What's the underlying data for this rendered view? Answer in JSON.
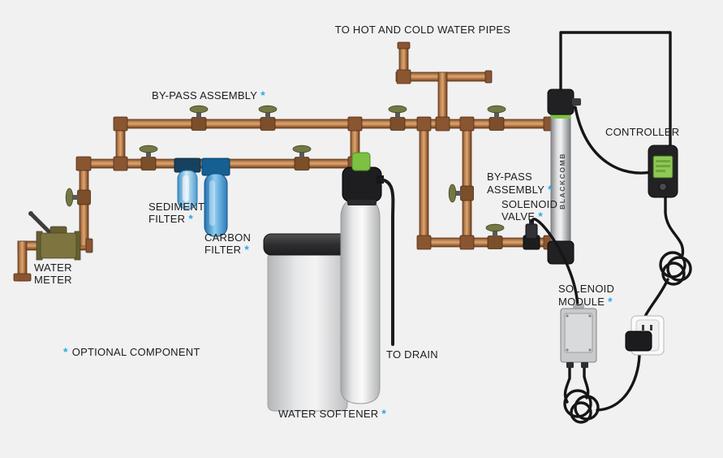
{
  "colors": {
    "background": "#f1f1f2",
    "accent_asterisk": "#29abe2",
    "pipe_copper": "#b5784a",
    "valve_handle_green": "#747845",
    "filter_blue": "#58a8d8",
    "indicator_green": "#7cc142",
    "text": "#1b1c1e"
  },
  "labels": {
    "asterisk": "*",
    "to_hot_and_cold_water_pipes": "TO HOT AND COLD WATER PIPES",
    "bypass_assembly_left": "BY-PASS ASSEMBLY",
    "sediment_filter": {
      "line1": "SEDIMENT",
      "line2": "FILTER"
    },
    "carbon_filter": {
      "line1": "CARBON",
      "line2": "FILTER"
    },
    "water_meter": {
      "line1": "WATER",
      "line2": "METER"
    },
    "optional_component": "OPTIONAL COMPONENT",
    "water_softener": "WATER SOFTENER",
    "to_drain": "TO DRAIN",
    "bypass_assembly_right": {
      "line1": "BY-PASS",
      "line2": "ASSEMBLY"
    },
    "solenoid_valve": {
      "line1": "SOLENOID",
      "line2": "VALVE"
    },
    "controller": "CONTROLLER",
    "solenoid_module": {
      "line1": "SOLENOID",
      "line2": "MODULE"
    },
    "uv_brand": "BLACKCOMB"
  }
}
